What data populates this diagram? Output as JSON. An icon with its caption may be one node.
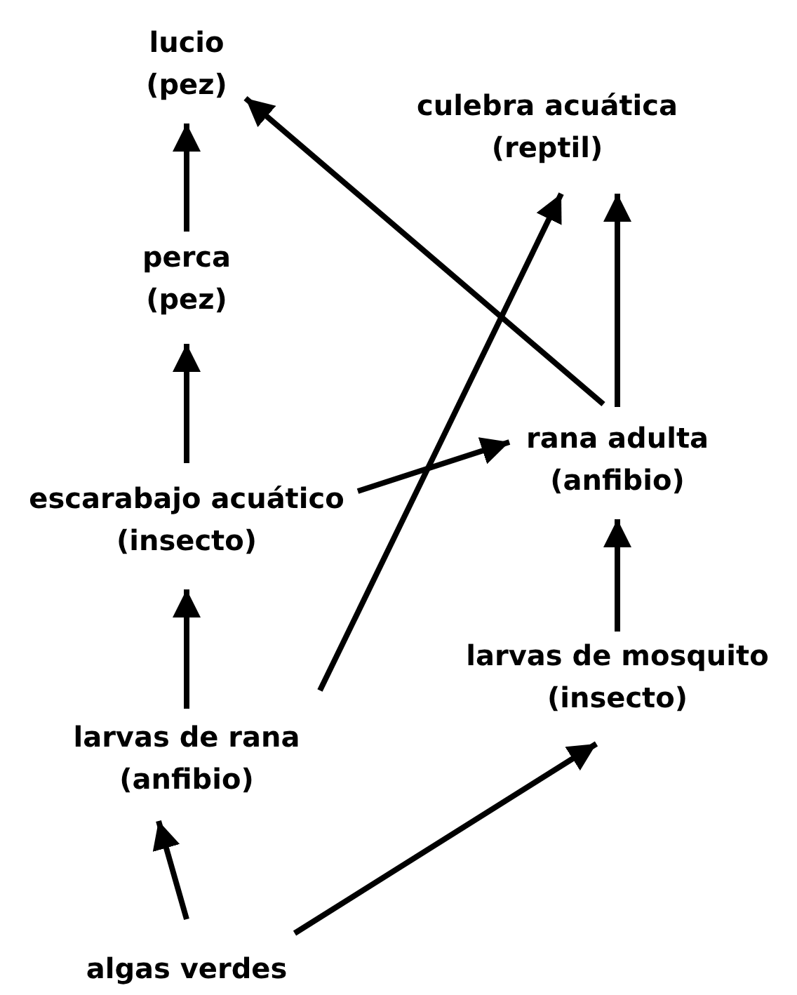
{
  "diagram": {
    "nodes": [
      {
        "text": [
          "lucio (pez)"
        ]
      },
      {
        "text": [
          "culebra acuática (reptil)"
        ]
      },
      {
        "text": [
          "perca (pez)"
        ]
      },
      {
        "text": [
          "rana adulta (anfibio)"
        ]
      },
      {
        "text": [
          "escarabajo acuático (insecto)"
        ]
      },
      {
        "text": [
          "larvas de mosquito (insecto)"
        ]
      },
      {
        "text": [
          "larvas de rana (anfibio)"
        ]
      },
      {
        "text": [
          "algas verdes"
        ]
      }
    ],
    "edges": [
      {
        "from": 7,
        "to": 6,
        "arrow": "to"
      },
      {
        "from": 7,
        "to": 5,
        "arrow": "to"
      },
      {
        "from": 6,
        "to": 4,
        "arrow": "to"
      },
      {
        "from": 6,
        "to": 1,
        "arrow": "to"
      },
      {
        "from": 4,
        "to": 2,
        "arrow": "to"
      },
      {
        "from": 4,
        "to": 3,
        "arrow": "to"
      },
      {
        "from": 2,
        "to": 0,
        "arrow": "to"
      },
      {
        "from": 3,
        "to": 0,
        "arrow": "to"
      },
      {
        "from": 3,
        "to": 1,
        "arrow": "to"
      },
      {
        "from": 5,
        "to": 3,
        "arrow": "to"
      }
    ]
  }
}
